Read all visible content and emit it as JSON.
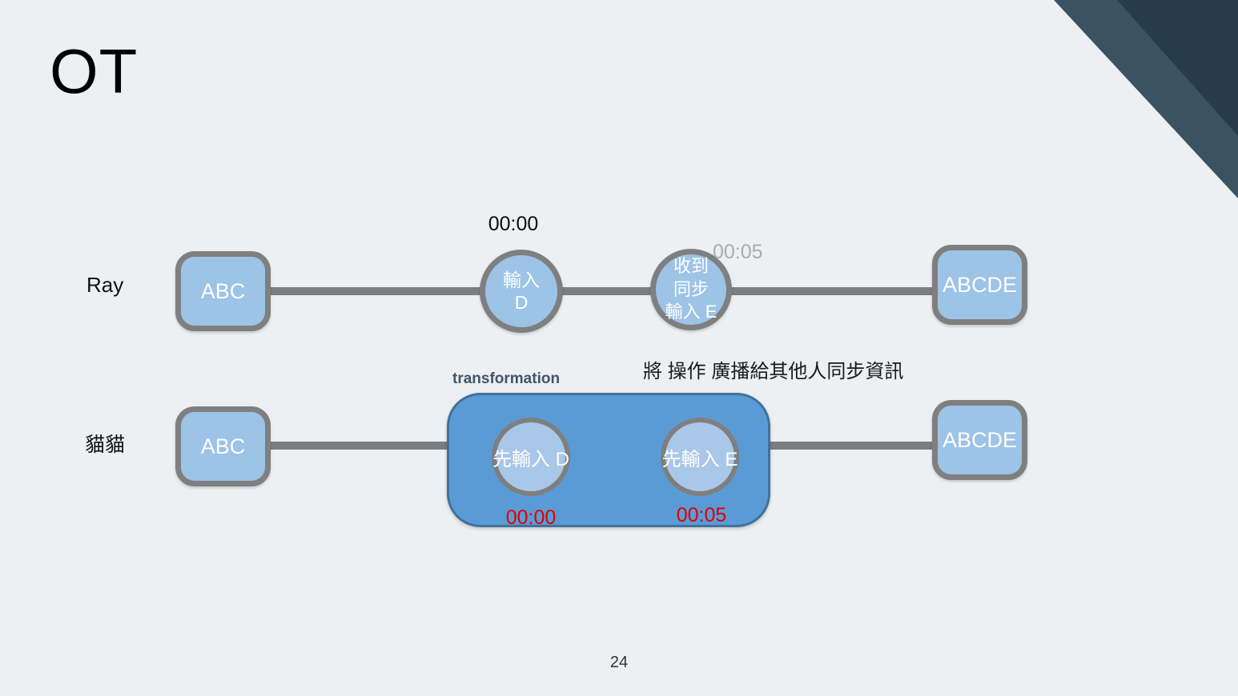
{
  "slide": {
    "title": "OT",
    "page_number": "24"
  },
  "colors": {
    "background": "#ecf0f3",
    "node_fill": "#9dc3e6",
    "node_border": "#7f7f7f",
    "connector_gray": "#7b7d7e",
    "container_fill": "#5b9bd5",
    "container_border": "#41719c",
    "inner_circle_fill": "#a9c7e8",
    "time_red": "#e00000",
    "time_gray": "#a9abad",
    "transformation_label_color": "#44546a",
    "corner_dark": "#263c4c",
    "corner_light": "#3a5262"
  },
  "ray": {
    "actor": "Ray",
    "start_state": "ABC",
    "end_state": "ABCDE",
    "event1": {
      "lines": [
        "輸入",
        "D"
      ],
      "time": "00:00"
    },
    "event2": {
      "lines": [
        "收到",
        "同步",
        "輸入 E"
      ],
      "time": "00:05"
    }
  },
  "cat": {
    "actor": "貓貓",
    "start_state": "ABC",
    "end_state": "ABCDE",
    "transformation_label": "transformation",
    "event1": {
      "label": "先輸入 D",
      "time": "00:00"
    },
    "event2": {
      "label": "先輸入 E",
      "time": "00:05"
    }
  },
  "notes": {
    "broadcast": "將 操作 廣播給其他人同步資訊"
  }
}
